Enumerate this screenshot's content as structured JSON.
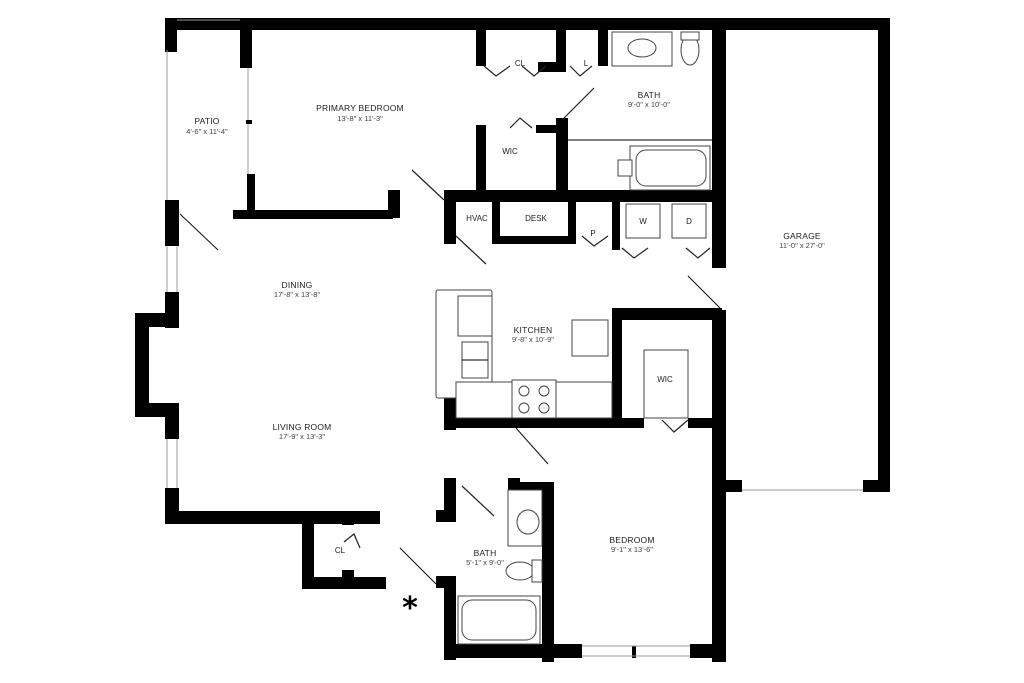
{
  "rooms": [
    {
      "id": "patio",
      "name": "PATIO",
      "dims": "4'-6\" x 11'-4\""
    },
    {
      "id": "primary-bedroom",
      "name": "PRIMARY BEDROOM",
      "dims": "13'-8\" x 11'-3\""
    },
    {
      "id": "bath-1",
      "name": "BATH",
      "dims": "9'-0\" x 10'-0\""
    },
    {
      "id": "garage",
      "name": "GARAGE",
      "dims": "11'-0\" x 27'-0\""
    },
    {
      "id": "dining",
      "name": "DINING",
      "dims": "17'-8\" x 13'-8\""
    },
    {
      "id": "kitchen",
      "name": "KITCHEN",
      "dims": "9'-8\" x 10'-9\""
    },
    {
      "id": "living-room",
      "name": "LIVING ROOM",
      "dims": "17'-9\" x 13'-3\""
    },
    {
      "id": "bedroom",
      "name": "BEDROOM",
      "dims": "9'-1\" x 13'-6\""
    },
    {
      "id": "bath-2",
      "name": "BATH",
      "dims": "5'-1\" x 9'-0\""
    }
  ],
  "small_labels": {
    "wic_primary": "WIC",
    "wic_bedroom": "WIC",
    "hvac": "HVAC",
    "desk": "DESK",
    "pantry": "P",
    "washer": "W",
    "dryer": "D",
    "closet_primary": "CL",
    "linen": "L",
    "closet_entry": "CL"
  },
  "entry_marker": "*",
  "colors": {
    "wall": "#000000",
    "background": "#ffffff"
  }
}
